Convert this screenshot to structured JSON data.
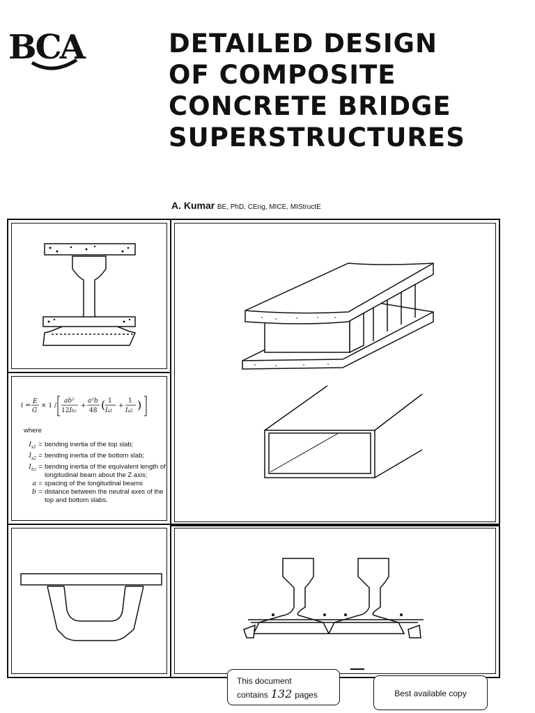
{
  "logo": {
    "text": "BCA"
  },
  "title": {
    "lines": [
      "DETAILED DESIGN",
      "OF COMPOSITE",
      "CONCRETE BRIDGE",
      "SUPERSTRUCTURES"
    ]
  },
  "author": {
    "name": "A. Kumar",
    "credentials": "BE, PhD, CEng, MICE, MIStructE"
  },
  "formula": {
    "where_label": "where",
    "definitions": [
      {
        "symbol": "I_s1",
        "text": "bending inertia of the top slab;"
      },
      {
        "symbol": "I_s2",
        "text": "bending inertia of the bottom slab;"
      },
      {
        "symbol": "I_bz",
        "text": "bending inertia of the equivalent length of longitudinal beam about the Z axis;"
      },
      {
        "symbol": "a",
        "text": "spacing of the longitudinal beams"
      },
      {
        "symbol": "b",
        "text": "distance between the neutral axes of the top and bottom slabs."
      }
    ]
  },
  "stamps": {
    "contains_line1": "This document",
    "contains_prefix": "contains",
    "page_count": "132",
    "contains_suffix": "pages",
    "best_copy": "Best available copy"
  }
}
